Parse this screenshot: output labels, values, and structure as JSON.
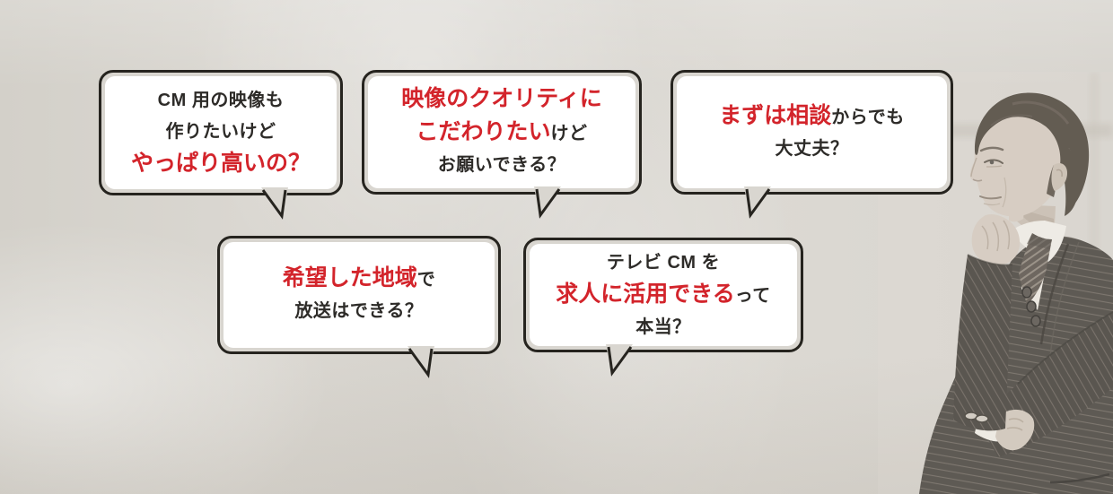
{
  "colors": {
    "accent_red": "#d3242b",
    "text_ink": "#2d2b28",
    "bubble_border": "#26241f",
    "bubble_gap_bg": "#d9d6d0",
    "inner_white": "#ffffff",
    "page_bg": "#d8d5cf"
  },
  "bubbles": [
    {
      "name": "cm-cost",
      "lines": [
        {
          "segs": [
            {
              "t": "CM 用の映像も"
            }
          ]
        },
        {
          "segs": [
            {
              "t": "作りたいけど"
            }
          ]
        },
        {
          "segs": [
            {
              "t": "やっぱり高いの？",
              "em": true
            }
          ]
        }
      ]
    },
    {
      "name": "video-quality",
      "lines": [
        {
          "segs": [
            {
              "t": "映像のクオリティに",
              "em": true
            }
          ]
        },
        {
          "segs": [
            {
              "t": "こだわりたい",
              "em": true
            },
            {
              "t": "けど"
            }
          ]
        },
        {
          "segs": [
            {
              "t": "お願いできる？"
            }
          ]
        }
      ]
    },
    {
      "name": "consultation",
      "lines": [
        {
          "segs": [
            {
              "t": "まずは相談",
              "em": true
            },
            {
              "t": "からでも"
            }
          ]
        },
        {
          "segs": [
            {
              "t": "大丈夫？"
            }
          ]
        }
      ]
    },
    {
      "name": "broadcast-region",
      "lines": [
        {
          "segs": [
            {
              "t": "希望した地域",
              "em": true
            },
            {
              "t": "で"
            }
          ]
        },
        {
          "segs": [
            {
              "t": "放送はできる？"
            }
          ]
        }
      ]
    },
    {
      "name": "recruiting",
      "lines": [
        {
          "segs": [
            {
              "t": "テレビ CM を"
            }
          ]
        },
        {
          "segs": [
            {
              "t": "求人に活用できる",
              "em": true
            },
            {
              "t": "って"
            }
          ]
        },
        {
          "segs": [
            {
              "t": "本当？"
            }
          ]
        }
      ]
    }
  ]
}
